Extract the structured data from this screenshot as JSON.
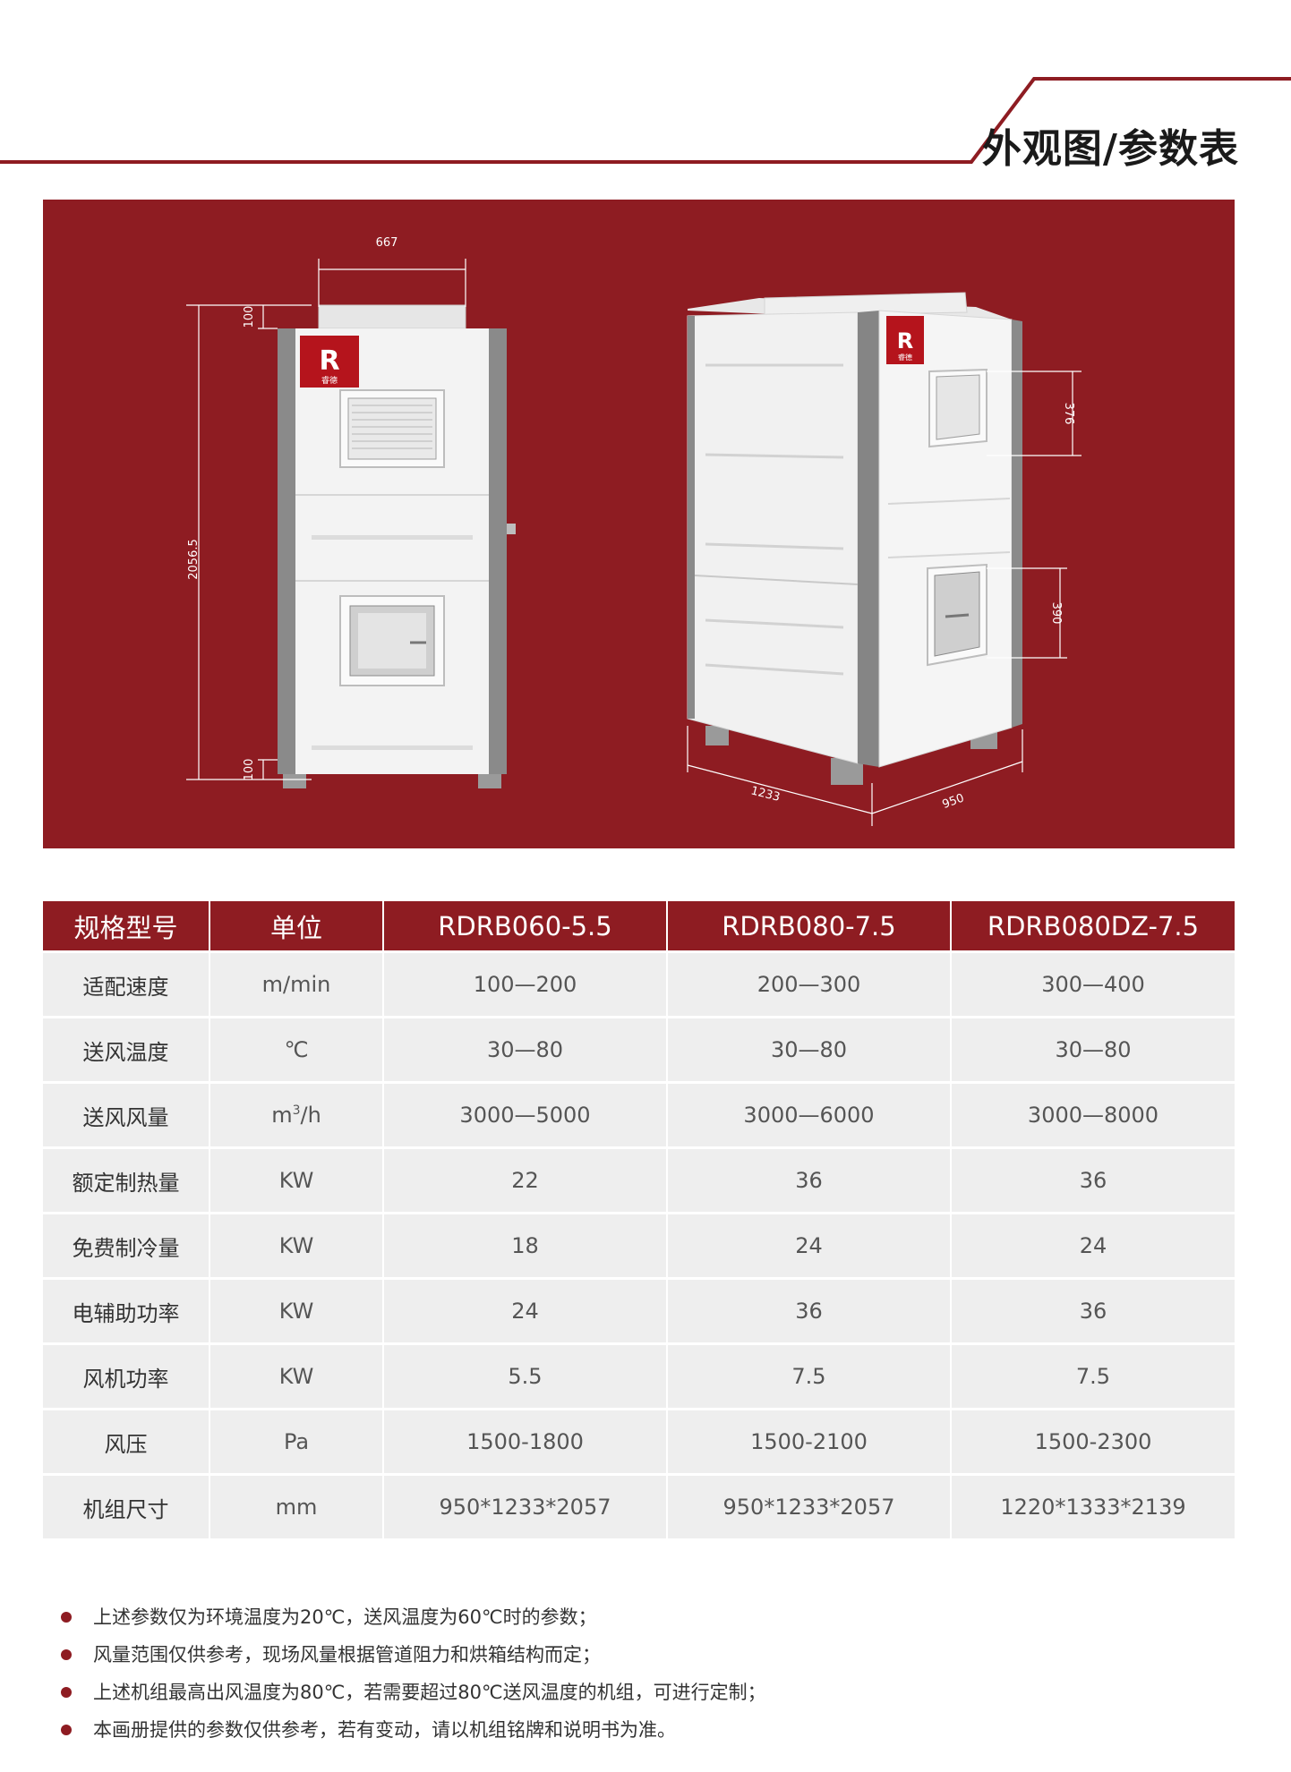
{
  "header": {
    "title": "外观图/参数表"
  },
  "product": {
    "front_view": {
      "width_dim": "667",
      "height_dim": "2056.5",
      "top_dim": "100",
      "bottom_dim": "100"
    },
    "side_view": {
      "upper_opening_dim": "376",
      "lower_opening_dim": "390",
      "length_dim": "1233",
      "depth_dim": "950"
    },
    "brand_mark": "睿德",
    "colors": {
      "panel_bg": "#8e1c22",
      "cabinet": "#f2f2f2",
      "edge": "#8a8a8a"
    }
  },
  "table": {
    "headers": [
      "规格型号",
      "单位",
      "RDRB060-5.5",
      "RDRB080-7.5",
      "RDRB080DZ-7.5"
    ],
    "rows": [
      {
        "label": "适配速度",
        "unit": "m/min",
        "values": [
          "100—200",
          "200—300",
          "300—400"
        ]
      },
      {
        "label": "送风温度",
        "unit": "℃",
        "values": [
          "30—80",
          "30—80",
          "30—80"
        ]
      },
      {
        "label": "送风风量",
        "unit_base": "m",
        "unit_sup": "3",
        "unit_tail": "/h",
        "values": [
          "3000—5000",
          "3000—6000",
          "3000—8000"
        ]
      },
      {
        "label": "额定制热量",
        "unit": "KW",
        "values": [
          "22",
          "36",
          "36"
        ]
      },
      {
        "label": "免费制冷量",
        "unit": "KW",
        "values": [
          "18",
          "24",
          "24"
        ]
      },
      {
        "label": "电辅助功率",
        "unit": "KW",
        "values": [
          "24",
          "36",
          "36"
        ]
      },
      {
        "label": "风机功率",
        "unit": "KW",
        "values": [
          "5.5",
          "7.5",
          "7.5"
        ]
      },
      {
        "label": "风压",
        "unit": "Pa",
        "values": [
          "1500-1800",
          "1500-2100",
          "1500-2300"
        ]
      },
      {
        "label": "机组尺寸",
        "unit": "mm",
        "values": [
          "950*1233*2057",
          "950*1233*2057",
          "1220*1333*2139"
        ]
      }
    ]
  },
  "notes": [
    "上述参数仅为环境温度为20℃，送风温度为60℃时的参数；",
    "风量范围仅供参考，现场风量根据管道阻力和烘箱结构而定；",
    "上述机组最高出风温度为80℃，若需要超过80℃送风温度的机组，可进行定制；",
    "本画册提供的参数仅供参考，若有变动，请以机组铭牌和说明书为准。"
  ]
}
